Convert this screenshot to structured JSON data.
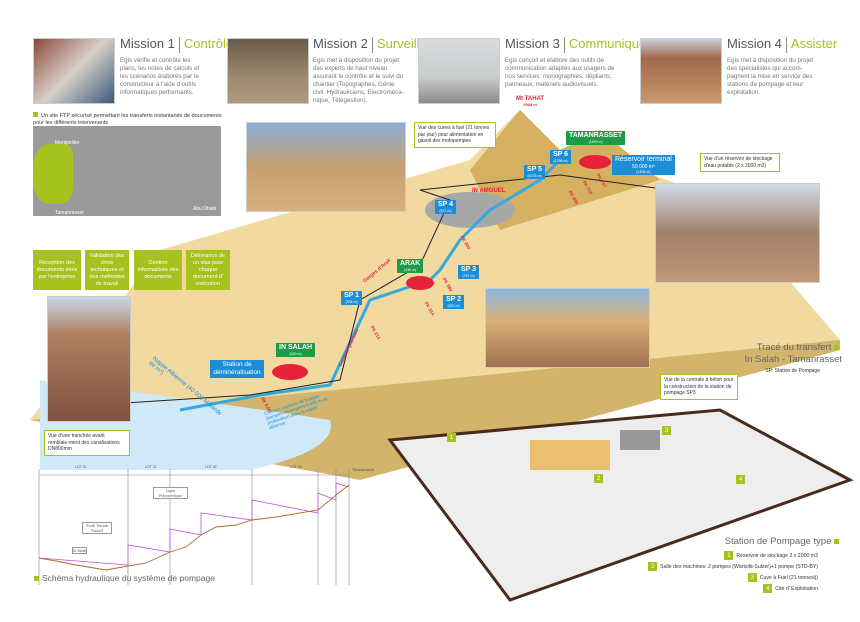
{
  "missions": [
    {
      "label": "Mission 1",
      "accent": "Contrôler",
      "text": "Egis vérifie et contrôle les plans, les notes de calculs et les scénarios élaborés par le constructeur à l'aide d'outils informatiques performants."
    },
    {
      "label": "Mission 2",
      "accent": "Surveiller",
      "text": "Egis met à disposition du projet des experts de haut niveau assurant le contrôle et le suivi du chantier (Topographes, Génie civil, Hydrauliciens, Electroméca-nique, Télégestion)."
    },
    {
      "label": "Mission 3",
      "accent": "Communiquer",
      "text": "Egis conçoit et élabore des outils de communication adaptés aux usagers de nos services: monographies, dépliants, panneaux, matériels audiovisuels."
    },
    {
      "label": "Mission 4",
      "accent": "Assister",
      "text": "Egis met à disposition du projet des spécialistes qui accom-pagnent la mise en service des stations de pompage et leur exploitation."
    }
  ],
  "ftp": {
    "text": "Un site FTP sécurisé permettant les transferts instantanés de  doucuments pour les différents intervenants",
    "cities": [
      "Montpellier",
      "Tamanrasset",
      "Abu Dhabi"
    ]
  },
  "steps": [
    "Réception des documents émis par l'entreprise",
    "Validation des choix techniques et des méthodes de travail",
    "Gestion informatisée des documents",
    "Délivrance de un visa pour chaque document d' exécution"
  ],
  "captions": {
    "fuel": "Vue des cuves à fuel (21 tonnes par jour) pour alimentation en gasoil des motopompes",
    "reservoir": "Vue d'un réservoir de stockage d'eau potable (2 x 2000 m3)",
    "beton": "Vue de la centrale à béton pour la construction de la station de pompage SP3",
    "trench": "Vue d'une tranchée avant remblaie-ment des canalisations DN800mm"
  },
  "map": {
    "peak": {
      "name": "Mt TAHAT",
      "alt": "2908 m"
    },
    "cities": [
      {
        "name": "TAMANRASSET",
        "alt": "(1400 m)"
      },
      {
        "name": "ARAK",
        "alt": "(430 m)"
      },
      {
        "name": "IN SALAH",
        "alt": "(430 m)"
      }
    ],
    "stations": [
      {
        "name": "SP 1",
        "alt": "(305 m)"
      },
      {
        "name": "SP 2",
        "alt": "(520 m)"
      },
      {
        "name": "SP 3",
        "alt": "(767 m)"
      },
      {
        "name": "SP 4",
        "alt": "(971 m)"
      },
      {
        "name": "SP 5",
        "alt": "(1075 m)"
      },
      {
        "name": "SP 6",
        "alt": "(1258 m)"
      }
    ],
    "terminal": {
      "name": "Réservoir terminal",
      "volume": "50 000 m³",
      "alt": "(1405 m)"
    },
    "demin": "Station de déminéralisation",
    "in_amguel": "IN AMGUEL",
    "gorges": "Gorges d'Arak",
    "conduite": "Conduite gravitaire",
    "nappe": "Nappe Albienne (40 000 Milliards de m³)",
    "champs": "Champs captants 48 forages (pompes immergées à 600 m de profondeur) dans la nappe albienne",
    "pk": [
      "PK 0.00",
      "PK 214",
      "PK 314",
      "PK 389",
      "PK 500",
      "PK 605",
      "PK 710",
      "PK 737"
    ]
  },
  "trace": {
    "title1": "Tracé du transfert",
    "title2": "In Salah - Tamanrasset",
    "note": "SP: Station de Pompage"
  },
  "station": {
    "title": "Station de Pompage type",
    "items": [
      "Réservoir de stockage 2 x 2000 m3",
      "Salle des machines: 2 pompes (Wärtsilä-Sulzer)+1 pompe (STD-BY)",
      "Cuve à Fuel (21 tonnes/j)",
      "Cité d' Exploitation"
    ]
  },
  "schema": {
    "title": "Schéma hydraulique du système de pompage",
    "lots": [
      "LOT 31",
      "LOT 31",
      "LOT 32",
      "LOT 33"
    ],
    "labels": [
      "Ligne Piézométrique",
      "Profil Terrain Naturel",
      "In Salah",
      "Tamanrasset"
    ]
  },
  "colors": {
    "accent": "#a6c21e",
    "station_blue": "#1d8ed6",
    "city_green": "#1f9a48",
    "pk_red": "#e8213a",
    "sand": "#f1d9a0"
  }
}
